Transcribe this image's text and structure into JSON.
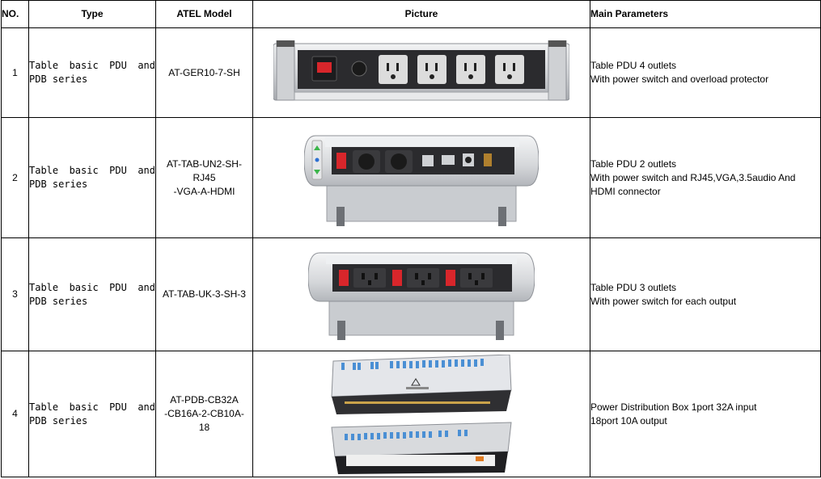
{
  "headers": {
    "no": "NO.",
    "type": "Type",
    "model": "ATEL Model",
    "picture": "Picture",
    "params": "Main Parameters"
  },
  "rows": [
    {
      "no": "1",
      "type": "Table basic PDU and PDB series",
      "model": [
        "AT-GER10-7-SH"
      ],
      "params": [
        "Table PDU 4 outlets",
        "With power switch and overload protector"
      ],
      "picture_icon": "table-pdu-4-outlet-strip-image"
    },
    {
      "no": "2",
      "type": "Table basic PDU and PDB series",
      "model": [
        "AT-TAB-UN2-SH-",
        "RJ45",
        "-VGA-A-HDMI"
      ],
      "params": [
        "Table PDU 2 outlets",
        "With power switch and RJ45,VGA,3.5audio And",
        "HDMI connector"
      ],
      "picture_icon": "pop-up-table-pdu-multimedia-image"
    },
    {
      "no": "3",
      "type": "Table basic PDU and PDB series",
      "model": [
        "AT-TAB-UK-3-SH-3"
      ],
      "params": [
        "Table PDU 3 outlets",
        "With power switch for each output"
      ],
      "picture_icon": "pop-up-table-pdu-uk-image"
    },
    {
      "no": "4",
      "type": "Table basic PDU and PDB series",
      "model": [
        "AT-PDB-CB32A",
        "-CB16A-2-CB10A-",
        "18"
      ],
      "params": [
        "Power Distribution Box 1port 32A input",
        "18port 10A output"
      ],
      "picture_icon": "power-distribution-box-image"
    }
  ],
  "colors": {
    "border": "#000000",
    "aluminium": "#d9dadc",
    "dark_panel": "#2b2b2e",
    "switch_red": "#d8262b",
    "breaker_blue": "#4a8fd4"
  }
}
